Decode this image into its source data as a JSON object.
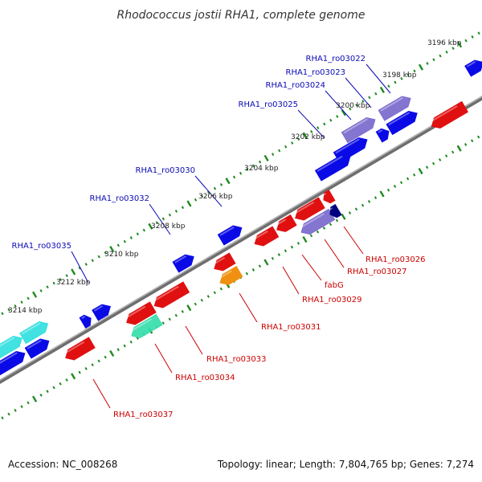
{
  "title": "Rhodococcus jostii RHA1, complete genome",
  "footer": {
    "accession_label": "Accession: NC_008268",
    "summary_label": "Topology: linear; Length: 7,804,765 bp; Genes: 7,274"
  },
  "colors": {
    "forward_gene": "#0a0ae6",
    "reverse_gene": "#e01010",
    "forward_label": "#0a0ab4",
    "reverse_label": "#cc0000",
    "tick": "#1e8a1e",
    "highlight_purple": "#7766cc",
    "highlight_cyan": "#22dddd",
    "highlight_teal": "#33ddaa",
    "highlight_orange": "#f09010"
  },
  "scale_labels": [
    "3196 kbp",
    "3198 kbp",
    "3200 kbp",
    "3202 kbp",
    "3204 kbp",
    "3206 kbp",
    "3208 kbp",
    "3210 kbp",
    "3212 kbp",
    "3214 kbp"
  ],
  "forward_labels": [
    "RHA1_ro03022",
    "RHA1_ro03023",
    "RHA1_ro03024",
    "RHA1_ro03025",
    "RHA1_ro03030",
    "RHA1_ro03032",
    "RHA1_ro03035"
  ],
  "reverse_labels": [
    "RHA1_ro03026",
    "RHA1_ro03027",
    "fabG",
    "RHA1_ro03029",
    "RHA1_ro03031",
    "RHA1_ro03033",
    "RHA1_ro03034",
    "RHA1_ro03037"
  ]
}
